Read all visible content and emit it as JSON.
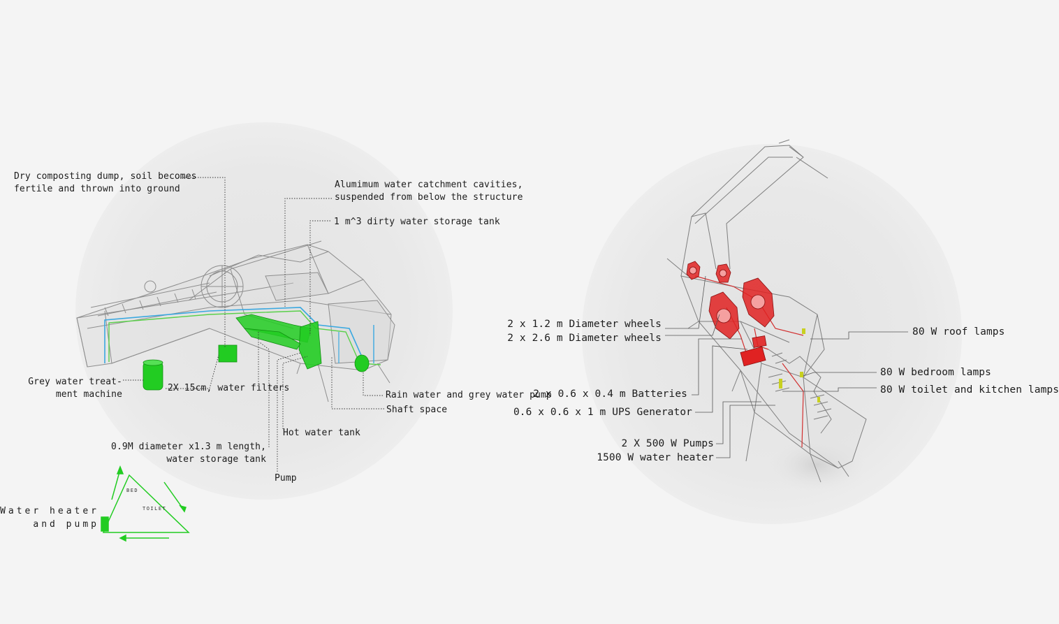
{
  "water_diagram": {
    "labels": {
      "dry_composting": [
        "Dry composting dump, soil becomes",
        "fertile and thrown into ground"
      ],
      "aluminium_catchment": [
        "Alumimum water catchment cavities,",
        "suspended from below the structure"
      ],
      "dirty_tank": "1 m^3 dirty water storage tank",
      "grey_water_machine": [
        "Grey water treat-",
        "ment machine"
      ],
      "water_filters": "2X 15cm, water filters",
      "rain_pump": "Rain water and grey water pump",
      "shaft_space": "Shaft space",
      "hot_water_tank": "Hot water tank",
      "storage_tank": [
        "0.9M diameter x1.3 m length,",
        "water storage tank"
      ],
      "pump": "Pump"
    },
    "legend": {
      "title": [
        "Water heater",
        "and pump"
      ],
      "bed": "BED",
      "toilet": "TOILET"
    },
    "colors": {
      "water_component": "#22cc22",
      "pipe_blue": "#3aa8e0",
      "pipe_green": "#5ad04a"
    }
  },
  "energy_diagram": {
    "labels": {
      "wheels_small": "2 x 1.2 m Diameter wheels",
      "wheels_large": "2 x 2.6 m Diameter wheels",
      "roof_lamps": "80 W roof lamps",
      "bedroom_lamps": "80 W bedroom lamps",
      "toilet_kitchen_lamps": "80 W toilet and kitchen lamps",
      "batteries": "2 x 0.6 x 0.4 m Batteries",
      "ups_generator": "0.6 x 0.6 x 1 m UPS Generator",
      "pumps": "2 X 500 W Pumps",
      "water_heater": "1500 W water heater"
    },
    "colors": {
      "energy_component": "#e02222",
      "lamp": "#c8d020"
    }
  }
}
